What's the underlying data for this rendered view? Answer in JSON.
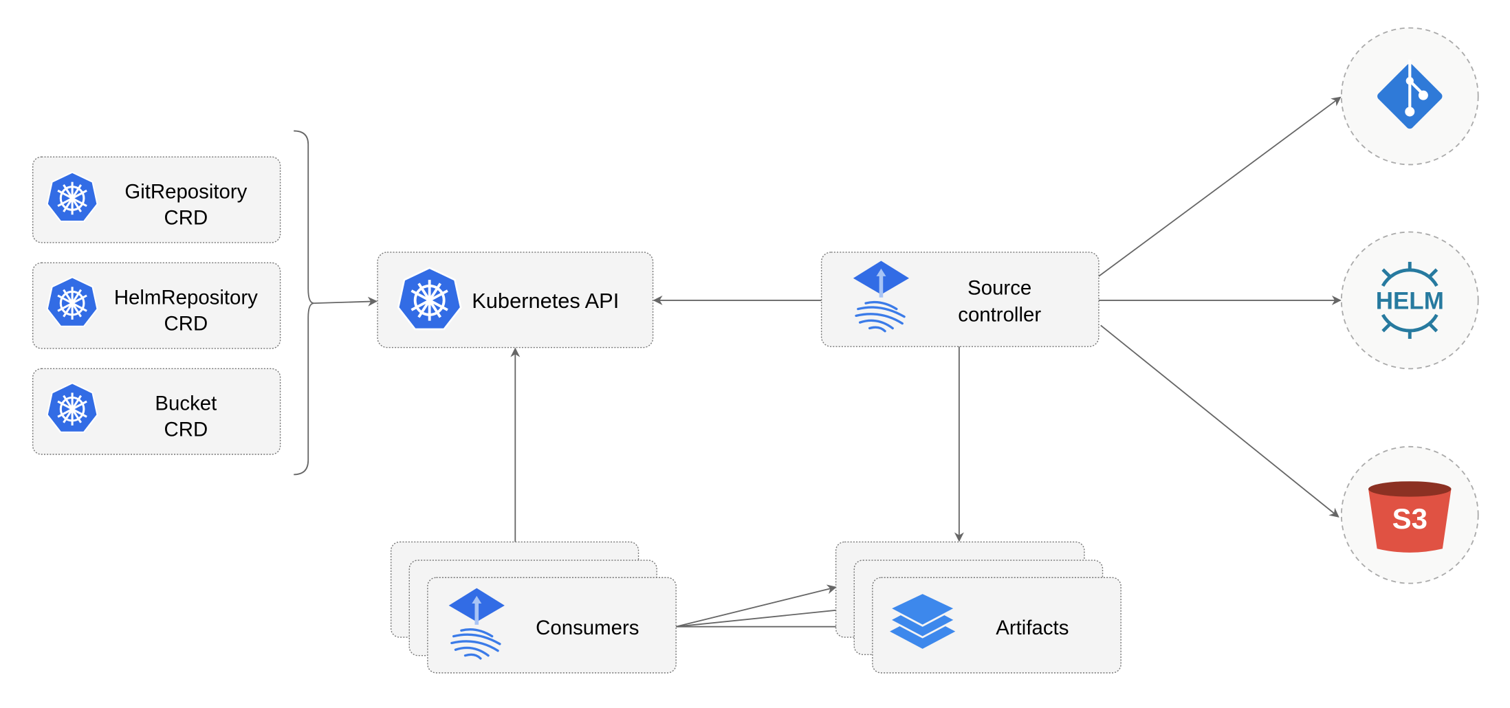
{
  "crds": [
    {
      "line1": "GitRepository",
      "line2": "CRD"
    },
    {
      "line1": "HelmRepository",
      "line2": "CRD"
    },
    {
      "line1": "Bucket",
      "line2": "CRD"
    }
  ],
  "kubernetes_api": {
    "label": "Kubernetes API",
    "icon": "kubernetes-icon"
  },
  "source_controller": {
    "line1": "Source",
    "line2": "controller",
    "icon": "flux-icon"
  },
  "consumers": {
    "label": "Consumers",
    "icon": "flux-icon"
  },
  "artifacts": {
    "label": "Artifacts",
    "icon": "layers-icon"
  },
  "sources": [
    {
      "icon": "git-icon"
    },
    {
      "icon": "helm-icon",
      "label": "HELM"
    },
    {
      "icon": "s3-bucket-icon",
      "label": "S3"
    }
  ],
  "colors": {
    "k8s_blue": "#326ce5",
    "helm_teal": "#277a9f",
    "s3_red": "#e05243",
    "s3_dark": "#8c3123",
    "edge": "#666666"
  }
}
